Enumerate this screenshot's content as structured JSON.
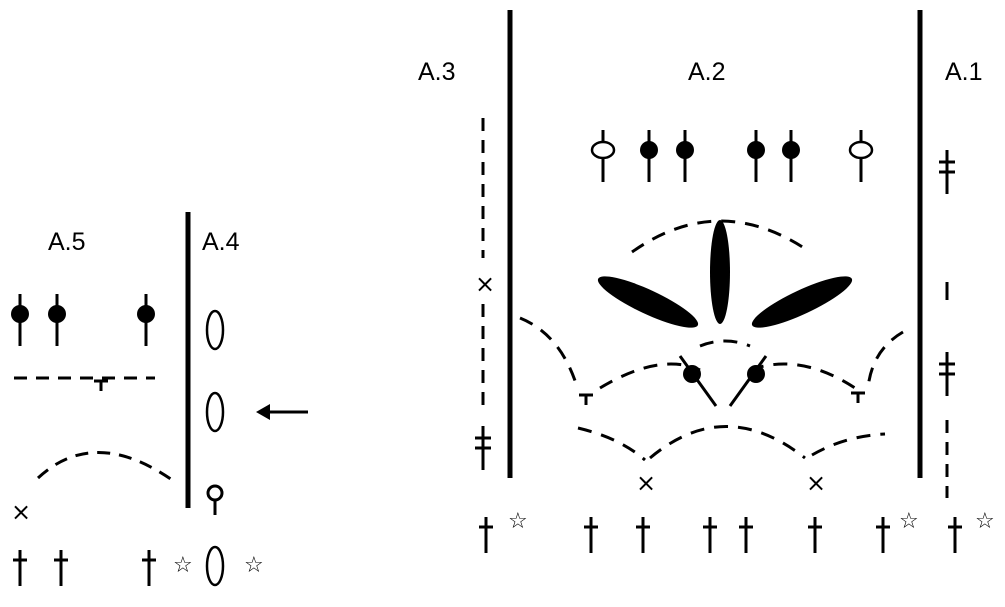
{
  "labels": {
    "a5": "A.5",
    "a4": "A.4",
    "a3": "A.3",
    "a2": "A.2",
    "a1": "A.1"
  },
  "symbols": {
    "star": "☆",
    "cross": "×"
  }
}
